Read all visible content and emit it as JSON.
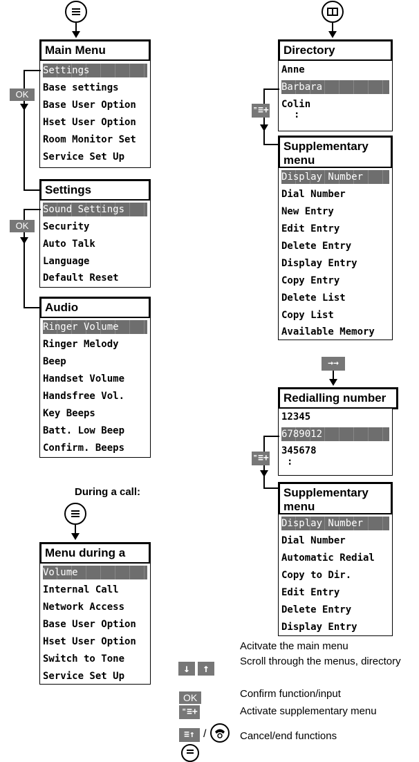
{
  "main_menu": {
    "title": "Main Menu",
    "items": [
      "Settings",
      "Base settings",
      "Base User Option",
      "Hset User Option",
      "Room Monitor Set",
      "Service Set Up"
    ]
  },
  "settings_menu": {
    "title": "Settings",
    "items": [
      "Sound Settings",
      "Security",
      "Auto Talk",
      "Language",
      "Default Reset"
    ]
  },
  "audio_menu": {
    "title": "Audio",
    "items": [
      "Ringer Volume",
      "Ringer Melody",
      "Beep",
      "Handset Volume",
      "Handsfree Vol.",
      "Key Beeps",
      "Batt. Low Beep",
      "Confirm. Beeps"
    ]
  },
  "during_call": {
    "label": "During a call:",
    "title": "Menu during a call",
    "items": [
      "Volume",
      "Internal Call",
      "Network Access",
      "Base User Option",
      "Hset User Option",
      "Switch to Tone",
      "Service Set Up"
    ]
  },
  "directory": {
    "title": "Directory",
    "items": [
      "Anne",
      "Barbara",
      "Colin",
      ":"
    ]
  },
  "supp_menu_1": {
    "title": "Supplementary menu",
    "items": [
      "Display Number",
      "Dial Number",
      "New Entry",
      "Edit Entry",
      "Delete Entry",
      "Display Entry",
      "Copy Entry",
      "Delete List",
      "Copy List",
      "Available Memory"
    ]
  },
  "redial": {
    "key": "→→",
    "title": "Redialling number",
    "items": [
      "12345",
      "6789012",
      "345678",
      ":"
    ]
  },
  "supp_menu_2": {
    "title": "Supplementary menu",
    "items": [
      "Display Number",
      "Dial Number",
      "Automatic Redial",
      "Copy to Dir.",
      "Edit Entry",
      "Delete Entry",
      "Display Entry"
    ]
  },
  "keys": {
    "ok": "OK",
    "supp": "⁼≡+",
    "down": "↓",
    "up": "↑",
    "cancel": "≡↑",
    "slash": "/"
  },
  "legend": [
    {
      "icon": "menu-icon",
      "text": "Acitvate the main menu"
    },
    {
      "icon": "scroll-arrows-icon",
      "text": "Scroll through the menus, directory"
    },
    {
      "icon": "ok-key-icon",
      "text": "Confirm function/input"
    },
    {
      "icon": "supplementary-menu-icon",
      "text": "Activate supplementary menu"
    },
    {
      "icon": "cancel-end-icon",
      "text": "Cancel/end functions"
    }
  ]
}
